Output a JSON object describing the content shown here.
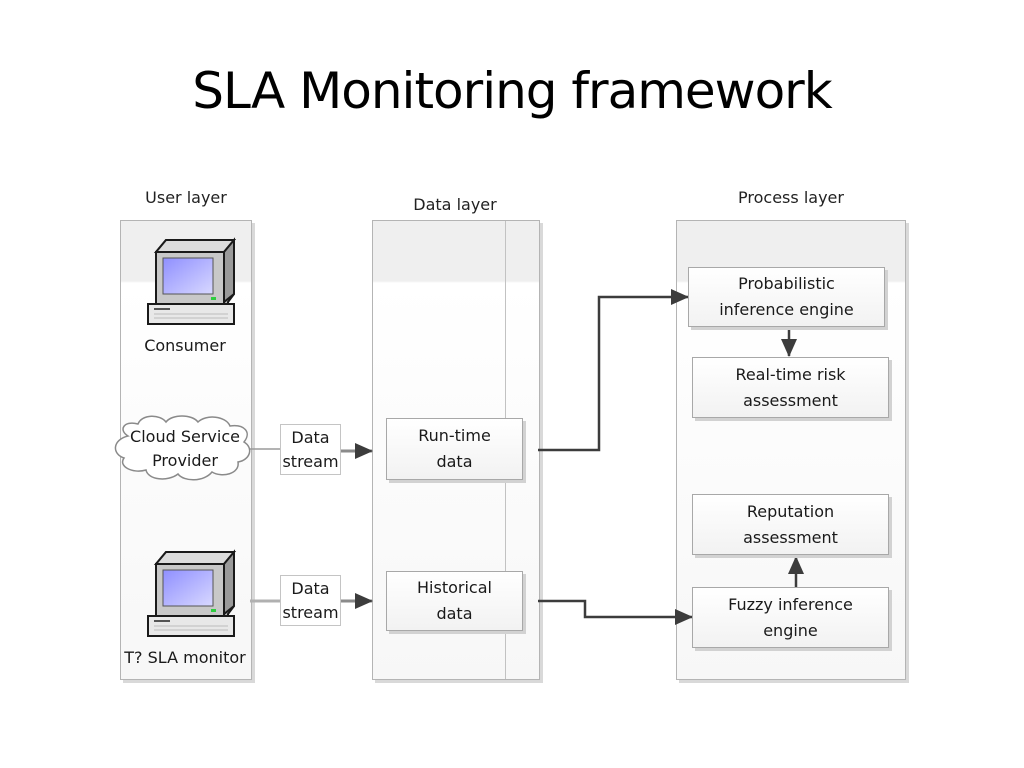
{
  "title": "SLA Monitoring framework",
  "layers": {
    "user": {
      "label": "User layer"
    },
    "data": {
      "label": "Data layer"
    },
    "process": {
      "label": "Process layer"
    }
  },
  "user_layer": {
    "consumer": {
      "label": "Consumer",
      "icon": "computer-icon"
    },
    "provider": {
      "line1": "Cloud Service",
      "line2": "Provider",
      "icon": "cloud-icon"
    },
    "monitor": {
      "label": "T? SLA monitor",
      "icon": "computer-icon"
    }
  },
  "streams": [
    {
      "line1": "Data",
      "line2": "stream"
    },
    {
      "line1": "Data",
      "line2": "stream"
    }
  ],
  "data_layer": {
    "runtime": {
      "line1": "Run-time",
      "line2": "data"
    },
    "historical": {
      "line1": "Historical",
      "line2": "data"
    }
  },
  "process_layer": {
    "probabilistic": {
      "line1": "Probabilistic",
      "line2": "inference engine"
    },
    "realtime_risk": {
      "line1": "Real-time risk",
      "line2": "assessment"
    },
    "reputation": {
      "line1": "Reputation",
      "line2": "assessment"
    },
    "fuzzy": {
      "line1": "Fuzzy inference",
      "line2": "engine"
    }
  },
  "colors": {
    "arrow": "#3c3c3c",
    "screen": "#a9a9ff",
    "lane_border": "#b4b4b4"
  }
}
